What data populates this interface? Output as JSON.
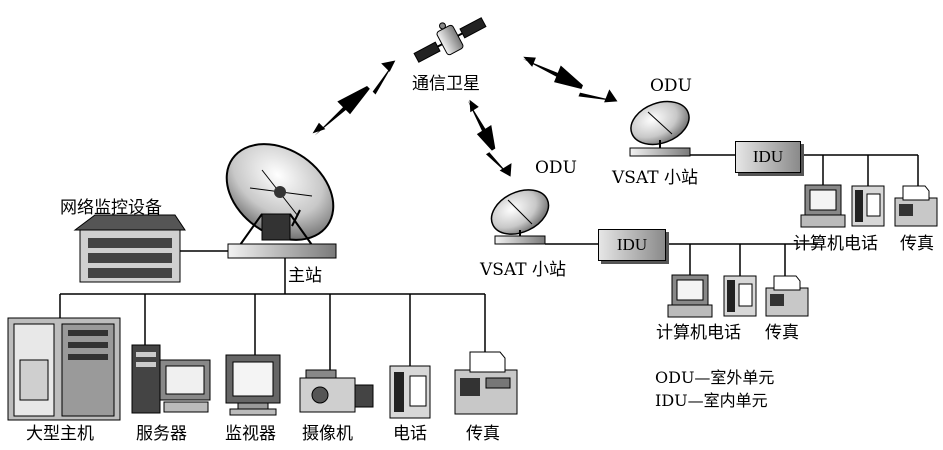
{
  "nodes": {
    "satellite": "通信卫星",
    "odu_1": "ODU",
    "vsat_1": "VSAT 小站",
    "idu_1": "IDU",
    "odu_2": "ODU",
    "vsat_2": "VSAT 小站",
    "idu_2": "IDU",
    "network_monitor": "网络监控设备",
    "master_station": "主站"
  },
  "master_devices": [
    "大型主机",
    "服务器",
    "监视器",
    "摄像机",
    "电话",
    "传真"
  ],
  "vsat2_devices": {
    "computer_phone": "计算机电话",
    "fax": "传真"
  },
  "vsat1_devices": {
    "computer_phone": "计算机电话",
    "fax": "传真"
  },
  "legend": [
    "ODU—室外单元",
    "IDU—室内单元"
  ]
}
